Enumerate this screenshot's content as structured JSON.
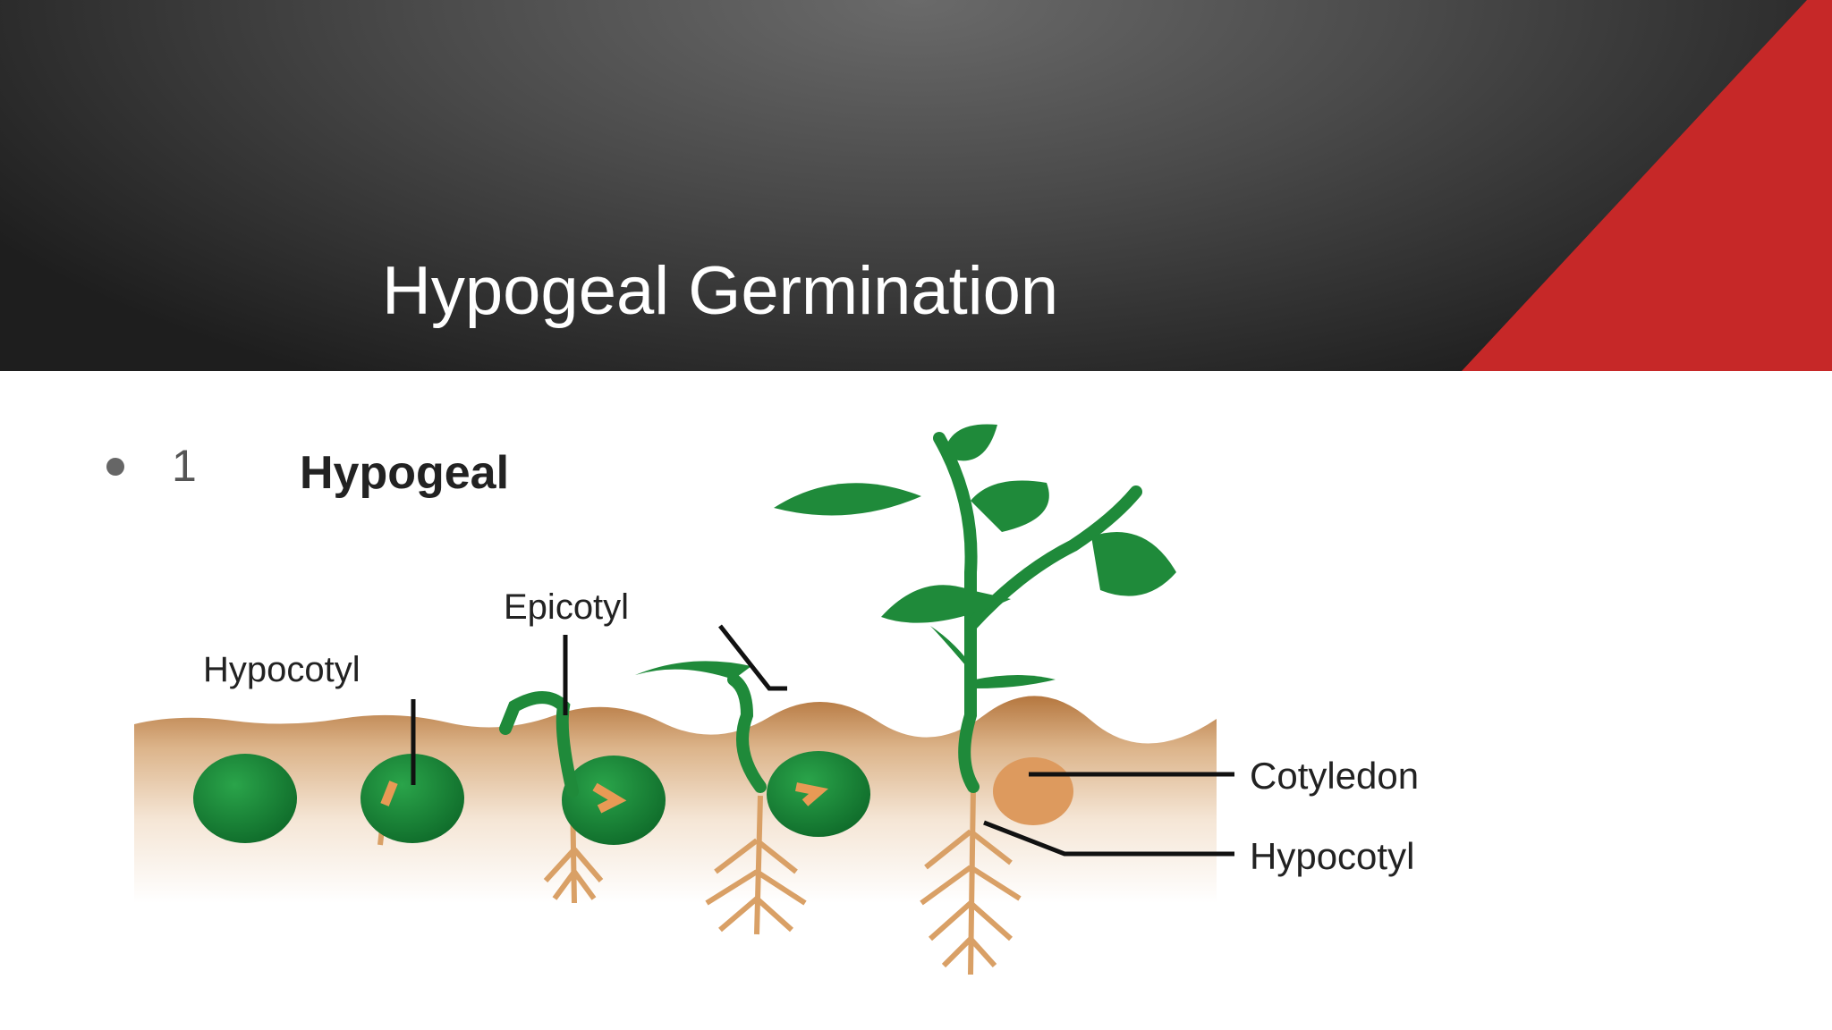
{
  "slide": {
    "title": "Hypogeal Germination",
    "accent_color": "#c62828",
    "bullets": [
      {
        "text": "1"
      }
    ]
  },
  "figure": {
    "heading": "Hypogeal",
    "labels": {
      "epicotyl": "Epicotyl",
      "hypocotyl_top": "Hypocotyl",
      "cotyledon": "Cotyledon",
      "hypocotyl_right": "Hypocotyl"
    },
    "colors": {
      "leaf": "#1f8a3a",
      "soil": "#b07a45",
      "root": "#d9a066",
      "seed": "#1b8a3a"
    }
  }
}
